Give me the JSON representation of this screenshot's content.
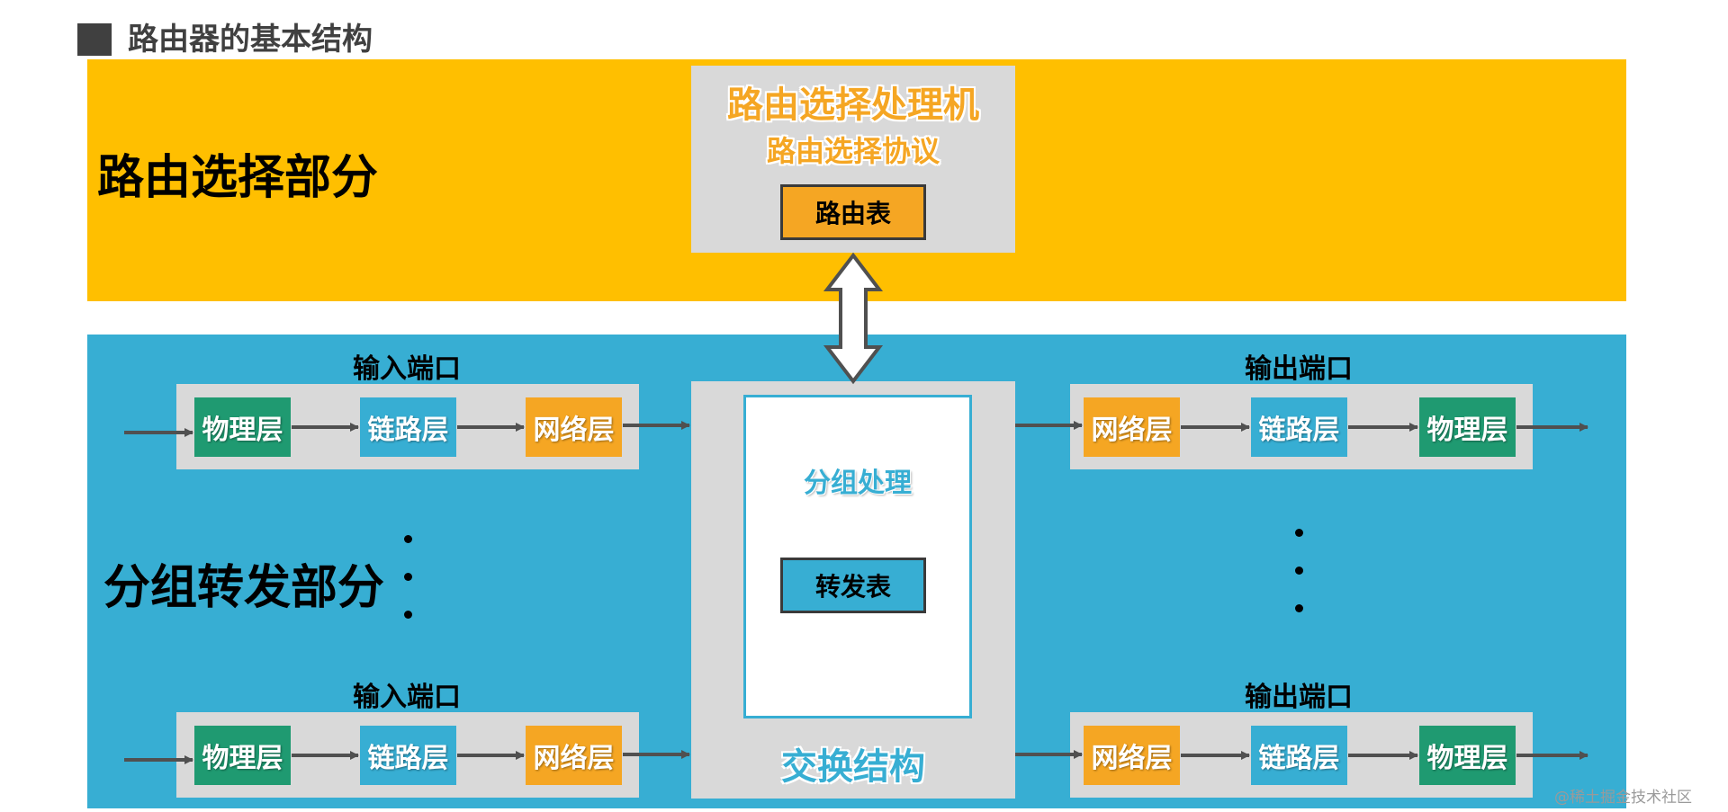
{
  "heading": "路由器的基本结构",
  "sections": {
    "routing": "路由选择部分",
    "forwarding": "分组转发部分"
  },
  "routing_processor": {
    "title": "路由选择处理机",
    "protocol": "路由选择协议",
    "table": "路由表"
  },
  "switch_fabric": {
    "title": "交换结构",
    "packet_processing": "分组处理",
    "forwarding_table": "转发表"
  },
  "input_ports": [
    {
      "label": "输入端口",
      "layers": [
        "物理层",
        "链路层",
        "网络层"
      ]
    },
    {
      "label": "输入端口",
      "layers": [
        "物理层",
        "链路层",
        "网络层"
      ]
    }
  ],
  "output_ports": [
    {
      "label": "输出端口",
      "layers": [
        "网络层",
        "链路层",
        "物理层"
      ]
    },
    {
      "label": "输出端口",
      "layers": [
        "网络层",
        "链路层",
        "物理层"
      ]
    }
  ],
  "colors": {
    "routing_band": "#ffbf00",
    "forwarding_band": "#37aed3",
    "physical_layer": "#1f9a71",
    "link_layer": "#37aed3",
    "network_layer": "#f5a623"
  },
  "watermark": "@稀土掘金技术社区"
}
